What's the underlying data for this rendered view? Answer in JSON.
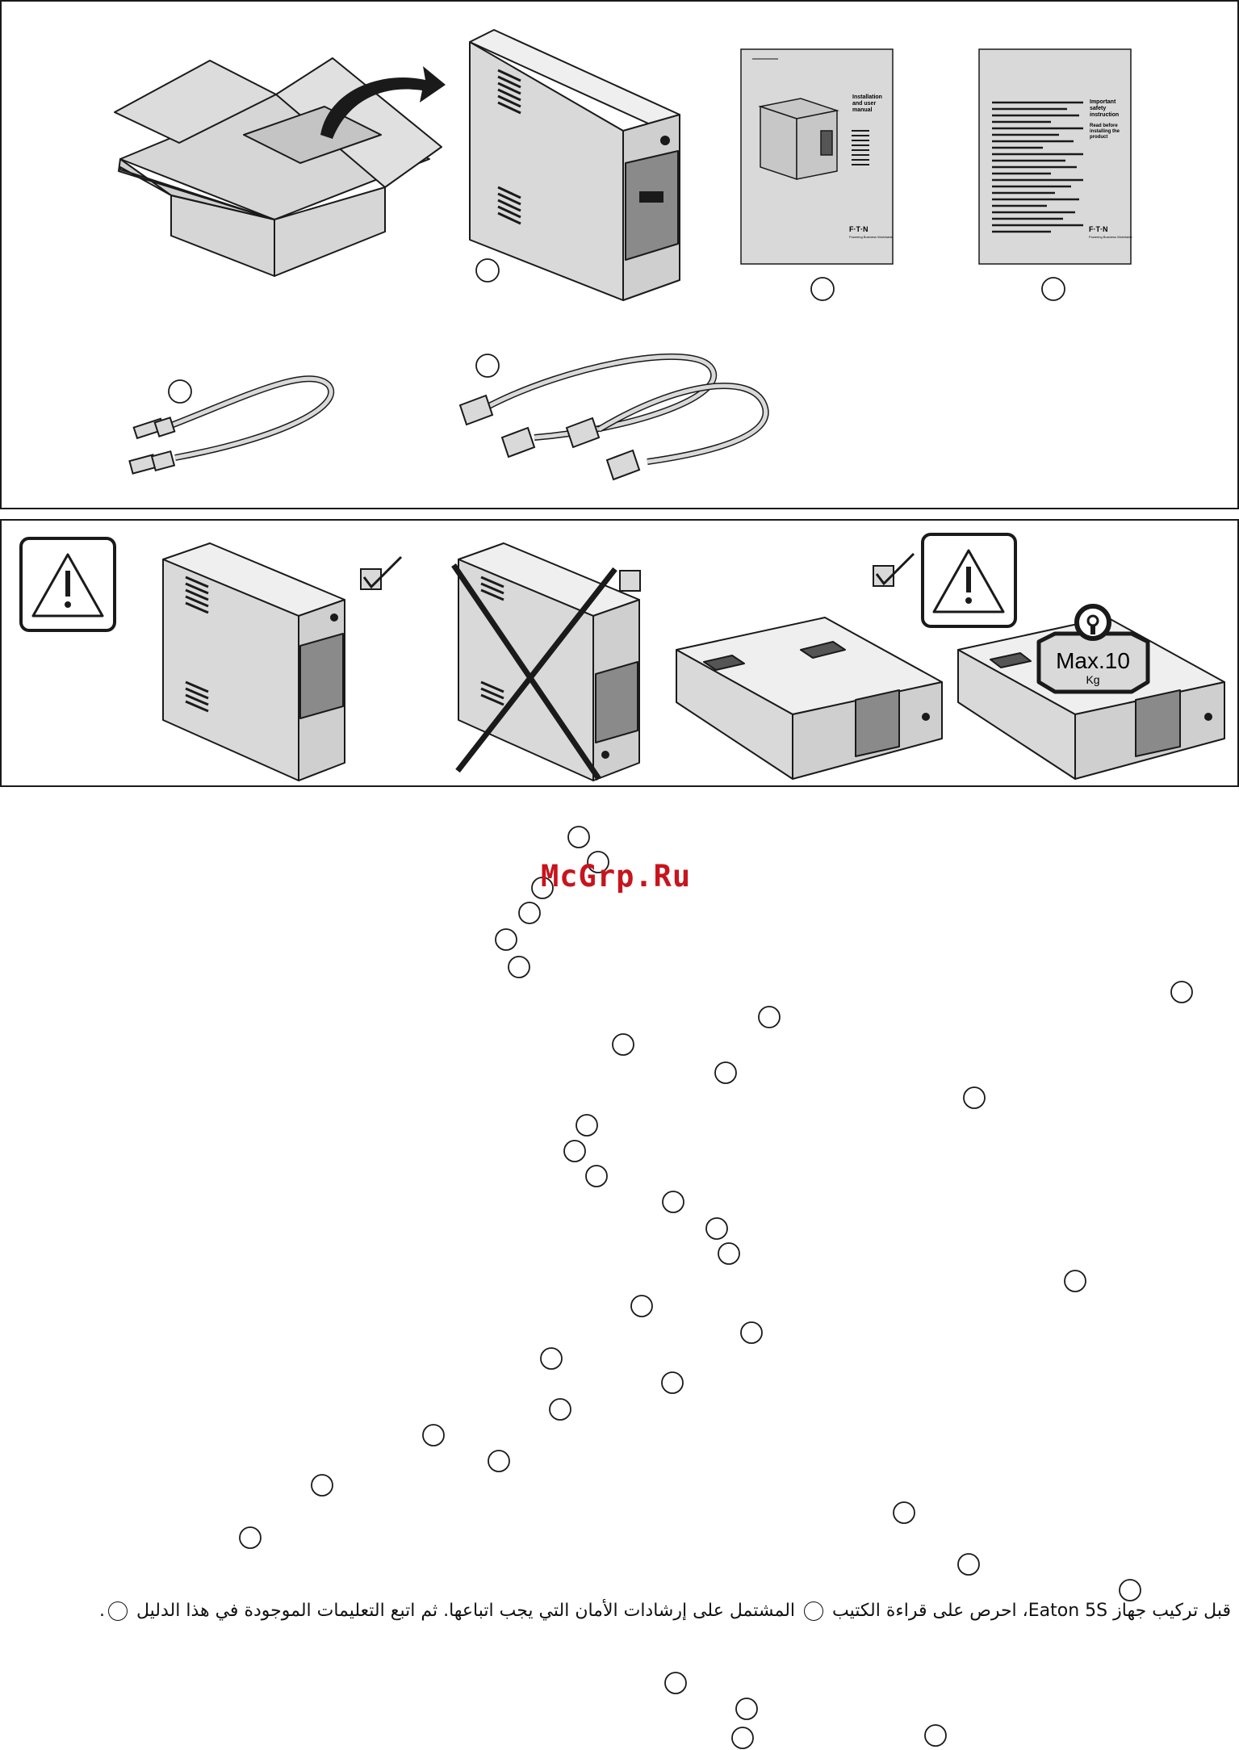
{
  "watermark": "McGrp.Ru",
  "manual_cover": {
    "title_line1": "Installation",
    "title_line2": "and user",
    "title_line3": "manual",
    "brand": "F·T·N",
    "brand_sub": "Powering Business Worldwide"
  },
  "safety_cover": {
    "title_line1": "Important",
    "title_line2": "safety",
    "title_line3": "instruction",
    "sub_line1": "Read before",
    "sub_line2": "installing the",
    "sub_line3": "product",
    "brand": "F·T·N",
    "brand_sub": "Powering Business Worldwide"
  },
  "weight_limit": {
    "value": "Max.10",
    "unit": "Kg"
  },
  "arabic_text": {
    "part1": "قبل تركيب جهاز Eaton 5S، احرص على قراءة الكتيب",
    "part2": "المشتمل على إرشادات الأمان التي يجب اتباعها. ثم اتبع التعليمات الموجودة في هذا الدليل",
    "part3": "."
  },
  "colors": {
    "device_fill": "#d9d9d9",
    "box_fill": "#d6d6d6",
    "watermark": "#c8141c",
    "outline": "#1a1a1a"
  }
}
